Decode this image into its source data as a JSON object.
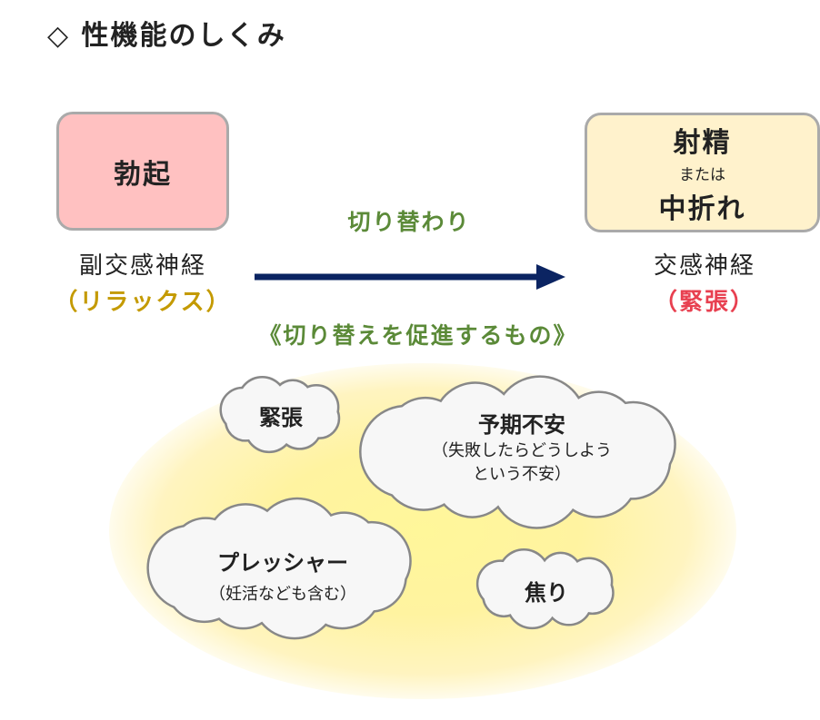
{
  "title": "◇ 性機能のしくみ",
  "left_box": {
    "label": "勃起",
    "nerve": "副交感神経",
    "state": "（リラックス）"
  },
  "right_box": {
    "line1": "射精",
    "line2": "または",
    "line3": "中折れ",
    "nerve": "交感神経",
    "state": "（緊張）"
  },
  "arrow_label": "切り替わり",
  "promoters_heading": "《切り替えを促進するもの》",
  "clouds": [
    {
      "title": "緊張"
    },
    {
      "title": "予期不安",
      "sub1": "（失敗したらどうしよう",
      "sub2": "という不安）"
    },
    {
      "title": "プレッシャー",
      "sub1": "（妊活なども含む）"
    },
    {
      "title": "焦り"
    }
  ],
  "colors": {
    "green": "#5b8a38",
    "gold": "#c49a00",
    "red": "#e84050",
    "arrow": "#0b2462"
  }
}
